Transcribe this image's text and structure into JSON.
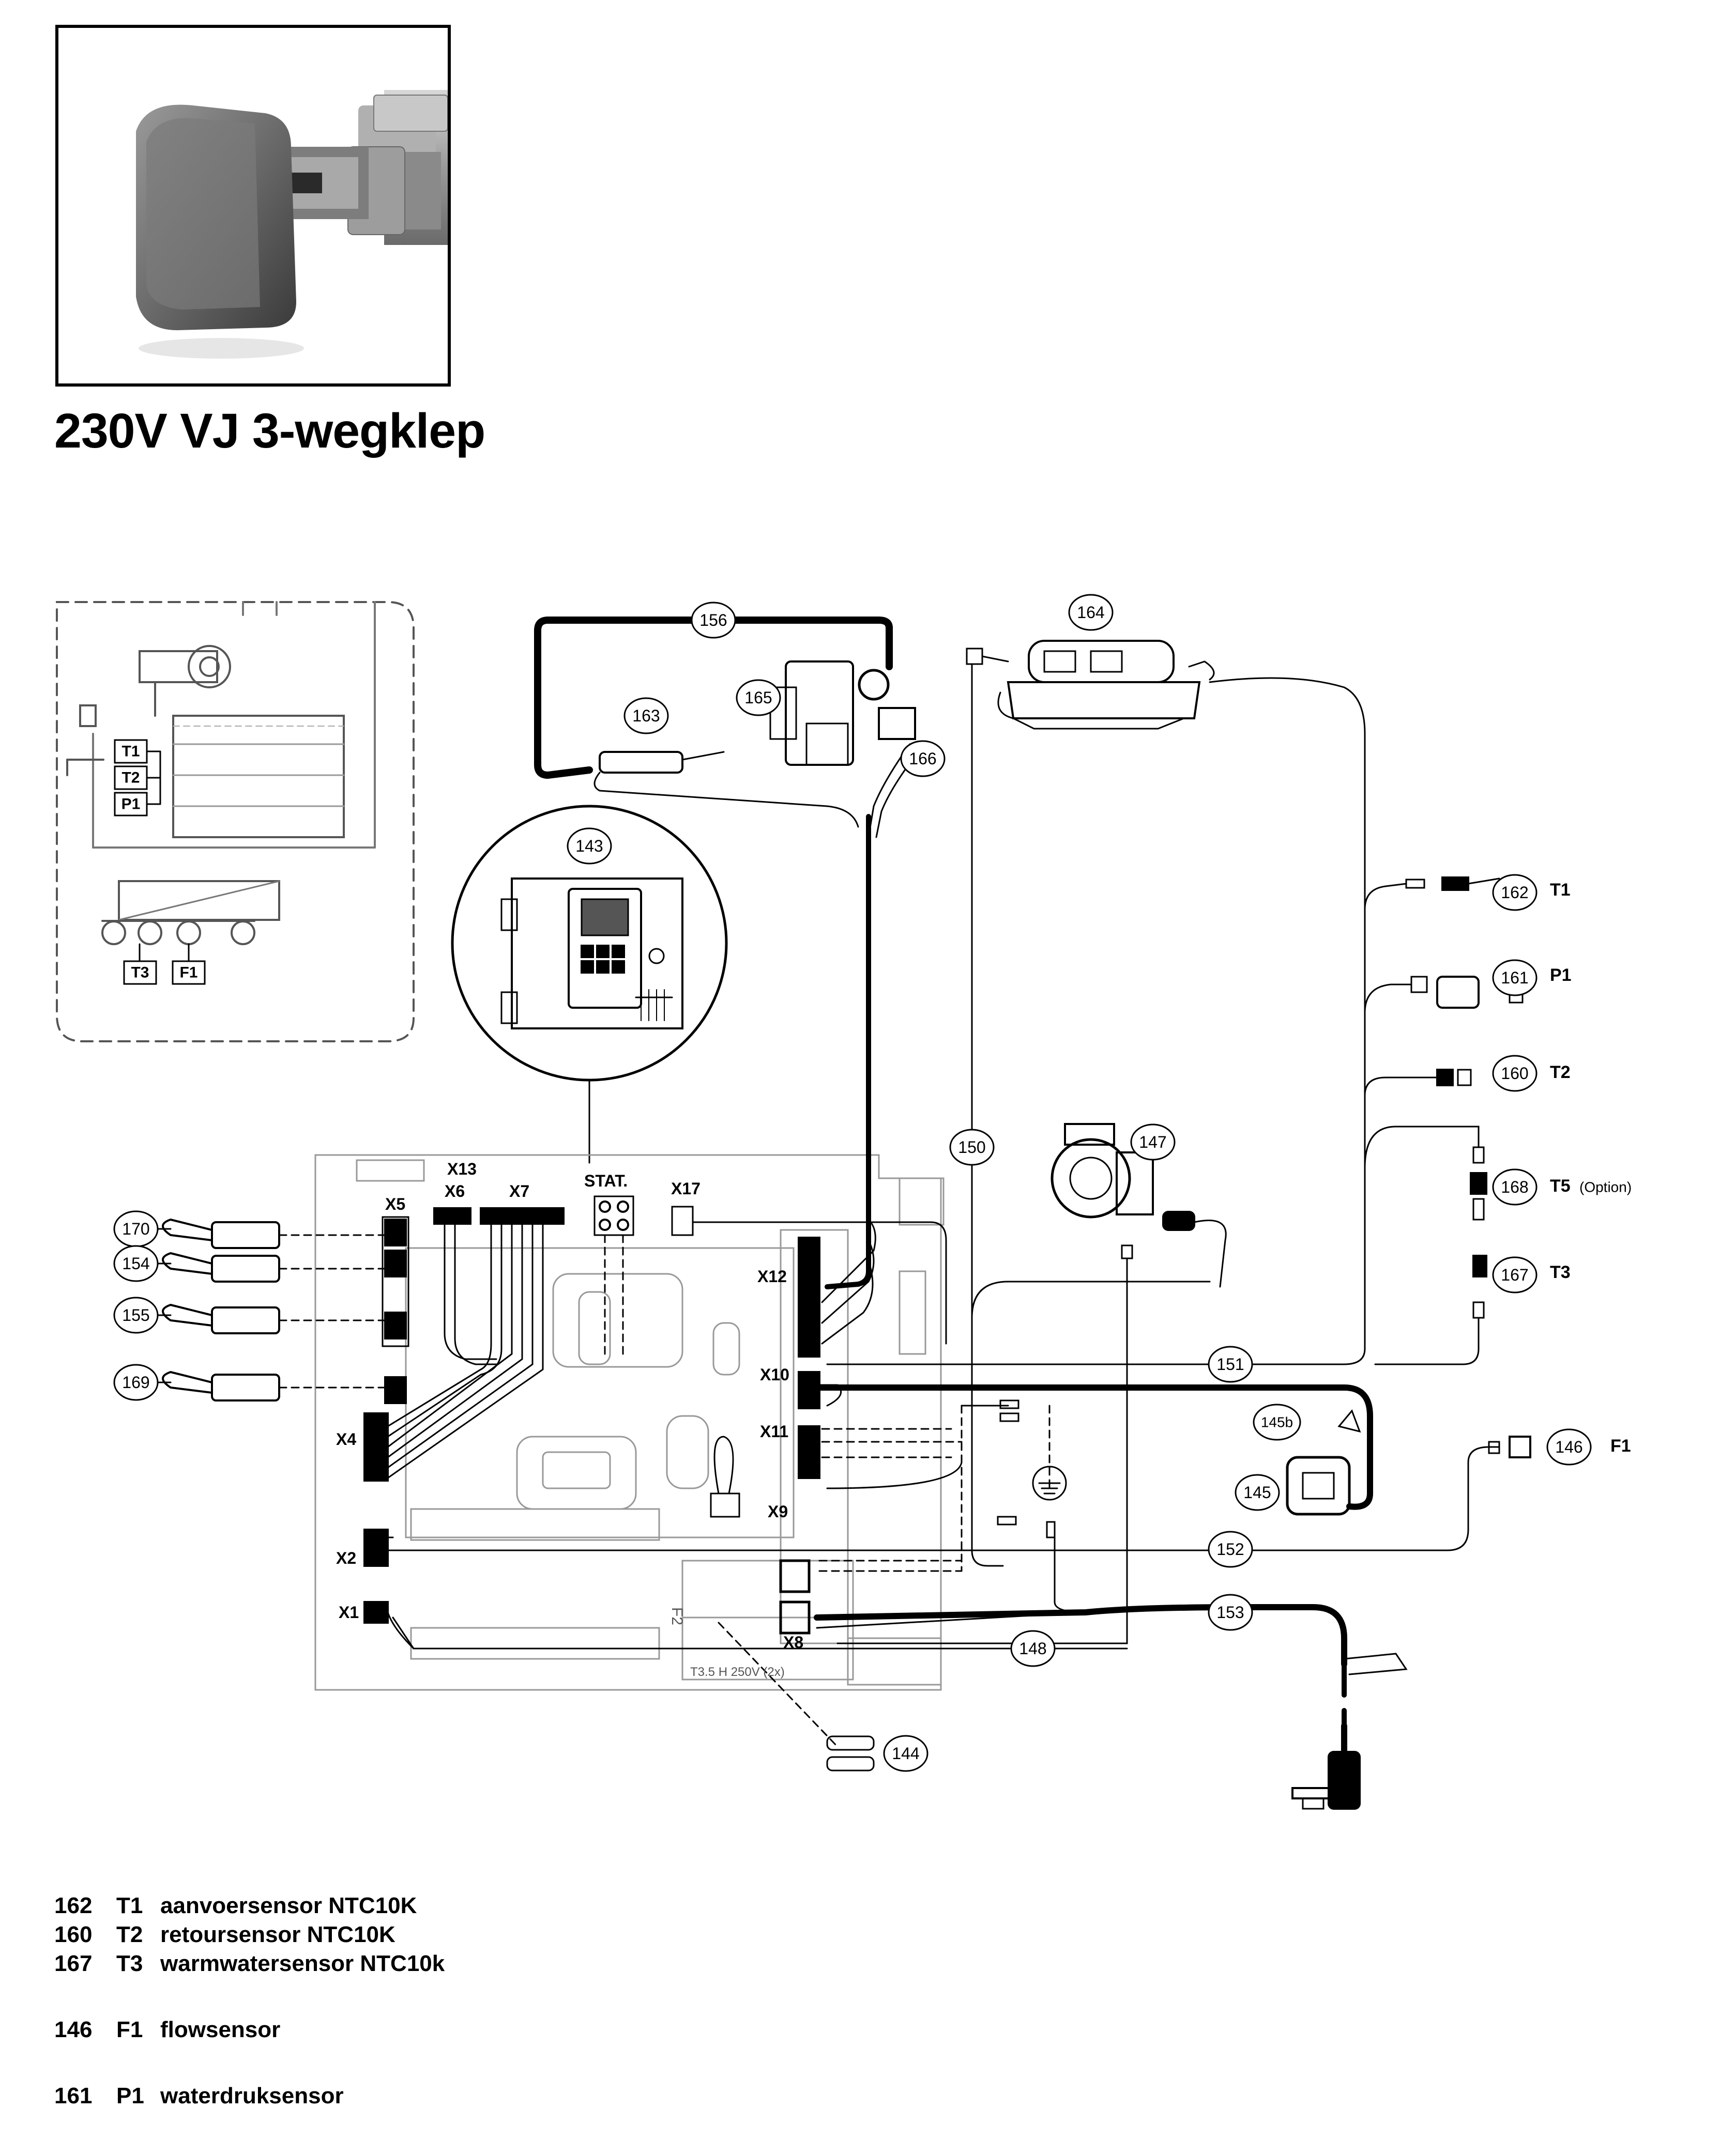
{
  "title": "230V VJ 3-wegklep",
  "photo": {
    "subject": "3-way valve actuator"
  },
  "callouts": {
    "c170": "170",
    "c154": "154",
    "c155": "155",
    "c169": "169",
    "c143": "143",
    "c163": "163",
    "c165": "165",
    "c156": "156",
    "c166": "166",
    "c164": "164",
    "c150": "150",
    "c147": "147",
    "c162": "162",
    "c161": "161",
    "c160": "160",
    "c168": "168",
    "c167": "167",
    "c151": "151",
    "c145b": "145b",
    "c145": "145",
    "c146": "146",
    "c152": "152",
    "c153": "153",
    "c148": "148",
    "c144": "144"
  },
  "sensor_labels": {
    "t1": "T1",
    "p1": "P1",
    "t2": "T2",
    "t5": "T5",
    "t5_option": "(Option)",
    "t3": "T3",
    "f1": "F1"
  },
  "inset_labels": {
    "t1": "T1",
    "t2": "T2",
    "p1": "P1",
    "t3": "T3",
    "f1": "F1"
  },
  "connectors": {
    "x13": "X13",
    "x6": "X6",
    "x7": "X7",
    "stat": "STAT.",
    "x17": "X17",
    "x5": "X5",
    "x12": "X12",
    "x10": "X10",
    "x11": "X11",
    "x4": "X4",
    "x9": "X9",
    "x2": "X2",
    "x1": "X1",
    "x8": "X8",
    "f2": "F2",
    "fuse_text": "T3.5 H 250V (2x)"
  },
  "legend": [
    {
      "num": "162",
      "code": "T1",
      "text": "aanvoersensor NTC10K"
    },
    {
      "num": "160",
      "code": "T2",
      "text": "retoursensor NTC10K"
    },
    {
      "num": "167",
      "code": "T3",
      "text": "warmwatersensor NTC10k"
    },
    {
      "num": "146",
      "code": "F1",
      "text": "flowsensor"
    },
    {
      "num": "161",
      "code": "P1",
      "text": "waterdruksensor"
    }
  ]
}
